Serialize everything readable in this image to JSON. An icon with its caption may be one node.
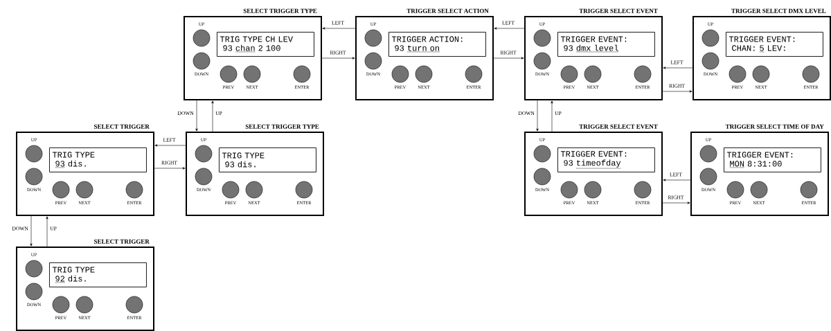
{
  "diagram": {
    "nodes": [
      {
        "text": [
          "SELECT TRIGGER TYPE"
        ]
      },
      {
        "text": [
          "TRIG TYPE CH LEV",
          "93",
          "chan",
          "2 100"
        ],
        "in": 0
      },
      {
        "text": [
          "UP"
        ],
        "in": 0
      },
      {
        "text": [
          "DOWN"
        ],
        "in": 0
      },
      {
        "text": [
          "PREV"
        ],
        "in": 0
      },
      {
        "text": [
          "NEXT"
        ],
        "in": 0
      },
      {
        "text": [
          "ENTER"
        ],
        "in": 0
      },
      {
        "text": [
          "TRIGGER SELECT ACTION"
        ]
      },
      {
        "text": [
          "TRIGGER ACTION:",
          "93",
          "turn on"
        ],
        "in": 7
      },
      {
        "text": [
          "UP"
        ],
        "in": 7
      },
      {
        "text": [
          "DOWN"
        ],
        "in": 7
      },
      {
        "text": [
          "PREV"
        ],
        "in": 7
      },
      {
        "text": [
          "NEXT"
        ],
        "in": 7
      },
      {
        "text": [
          "ENTER"
        ],
        "in": 7
      },
      {
        "text": [
          "TRIGGER SELECT EVENT"
        ]
      },
      {
        "text": [
          "TRIGGER EVENT:",
          "93",
          "dmx level"
        ],
        "in": 14
      },
      {
        "text": [
          "UP"
        ],
        "in": 14
      },
      {
        "text": [
          "DOWN"
        ],
        "in": 14
      },
      {
        "text": [
          "PREV"
        ],
        "in": 14
      },
      {
        "text": [
          "NEXT"
        ],
        "in": 14
      },
      {
        "text": [
          "ENTER"
        ],
        "in": 14
      },
      {
        "text": [
          "TRIGGER SELECT DMX LEVEL"
        ]
      },
      {
        "text": [
          "TRIGGER EVENT:",
          "CHAN:",
          "5",
          "LEV:"
        ],
        "in": 21
      },
      {
        "text": [
          "UP"
        ],
        "in": 21
      },
      {
        "text": [
          "DOWN"
        ],
        "in": 21
      },
      {
        "text": [
          "PREV"
        ],
        "in": 21
      },
      {
        "text": [
          "NEXT"
        ],
        "in": 21
      },
      {
        "text": [
          "ENTER"
        ],
        "in": 21
      },
      {
        "text": [
          "SELECT TRIGGER"
        ]
      },
      {
        "text": [
          "TRIG TYPE",
          "93",
          "dis."
        ],
        "in": 28
      },
      {
        "text": [
          "UP"
        ],
        "in": 28
      },
      {
        "text": [
          "DOWN"
        ],
        "in": 28
      },
      {
        "text": [
          "PREV"
        ],
        "in": 28
      },
      {
        "text": [
          "NEXT"
        ],
        "in": 28
      },
      {
        "text": [
          "ENTER"
        ],
        "in": 28
      },
      {
        "text": [
          "SELECT TRIGGER TYPE"
        ]
      },
      {
        "text": [
          "TRIG TYPE",
          "93 dis."
        ],
        "in": 35
      },
      {
        "text": [
          "UP"
        ],
        "in": 35
      },
      {
        "text": [
          "DOWN"
        ],
        "in": 35
      },
      {
        "text": [
          "PREV"
        ],
        "in": 35
      },
      {
        "text": [
          "NEXT"
        ],
        "in": 35
      },
      {
        "text": [
          "ENTER"
        ],
        "in": 35
      },
      {
        "text": [
          "TRIGGER SELECT EVENT"
        ]
      },
      {
        "text": [
          "TRIGGER EVENT:",
          "93",
          "timeofday"
        ],
        "in": 42
      },
      {
        "text": [
          "UP"
        ],
        "in": 42
      },
      {
        "text": [
          "DOWN"
        ],
        "in": 42
      },
      {
        "text": [
          "PREV"
        ],
        "in": 42
      },
      {
        "text": [
          "NEXT"
        ],
        "in": 42
      },
      {
        "text": [
          "ENTER"
        ],
        "in": 42
      },
      {
        "text": [
          "TRIGGER SELECT TIME OF DAY"
        ]
      },
      {
        "text": [
          "TRIGGER EVENT:",
          "MON",
          "8:31:00"
        ],
        "in": 49
      },
      {
        "text": [
          "UP"
        ],
        "in": 49
      },
      {
        "text": [
          "DOWN"
        ],
        "in": 49
      },
      {
        "text": [
          "PREV"
        ],
        "in": 49
      },
      {
        "text": [
          "NEXT"
        ],
        "in": 49
      },
      {
        "text": [
          "ENTER"
        ],
        "in": 49
      },
      {
        "text": [
          "SELECT TRIGGER"
        ]
      },
      {
        "text": [
          "TRIG TYPE",
          "92",
          "dis."
        ],
        "in": 56
      },
      {
        "text": [
          "UP"
        ],
        "in": 56
      },
      {
        "text": [
          "DOWN"
        ],
        "in": 56
      },
      {
        "text": [
          "PREV"
        ],
        "in": 56
      },
      {
        "text": [
          "NEXT"
        ],
        "in": 56
      },
      {
        "text": [
          "ENTER"
        ],
        "in": 56
      }
    ],
    "edges": [
      {
        "from": 7,
        "to": 0,
        "arrow": "to",
        "label": "LEFT"
      },
      {
        "from": 0,
        "to": 7,
        "arrow": "to",
        "label": "RIGHT"
      },
      {
        "from": 14,
        "to": 7,
        "arrow": "to",
        "label": "LEFT"
      },
      {
        "from": 7,
        "to": 14,
        "arrow": "to",
        "label": "RIGHT"
      },
      {
        "from": 21,
        "to": 14,
        "arrow": "to",
        "label": "LEFT"
      },
      {
        "from": 14,
        "to": 21,
        "arrow": "to",
        "label": "RIGHT"
      },
      {
        "from": 0,
        "to": 35,
        "arrow": "to",
        "label": "DOWN"
      },
      {
        "from": 35,
        "to": 0,
        "arrow": "to",
        "label": "UP"
      },
      {
        "from": 35,
        "to": 28,
        "arrow": "to",
        "label": "LEFT"
      },
      {
        "from": 28,
        "to": 35,
        "arrow": "to",
        "label": "RIGHT"
      },
      {
        "from": 14,
        "to": 42,
        "arrow": "to",
        "label": "DOWN"
      },
      {
        "from": 42,
        "to": 14,
        "arrow": "to",
        "label": "UP"
      },
      {
        "from": 49,
        "to": 42,
        "arrow": "to",
        "label": "LEFT"
      },
      {
        "from": 42,
        "to": 49,
        "arrow": "to",
        "label": "RIGHT"
      },
      {
        "from": 28,
        "to": 56,
        "arrow": "to",
        "label": "DOWN"
      },
      {
        "from": 56,
        "to": 28,
        "arrow": "to",
        "label": "UP"
      }
    ]
  }
}
